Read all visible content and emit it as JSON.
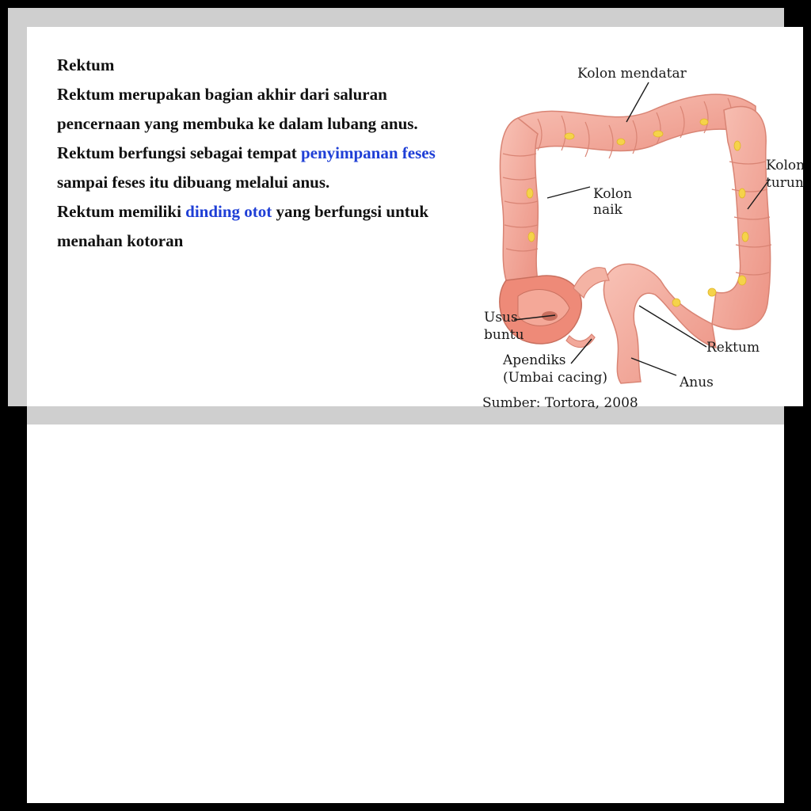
{
  "slide": {
    "heading": "Rektum",
    "para1_lead": "Rektum merupakan bagian akhir dari saluran pencernaan yang membuka ke dalam lubang anus. Rektum berfungsi sebagai tempat ",
    "para1_highlight": "penyimpanan feses",
    "para1_tail": " sampai feses itu dibuang melalui anus.",
    "para2_lead": "Rektum memiliki ",
    "para2_highlight": "dinding otot",
    "para2_tail": " yang berfungsi untuk menahan kotoran"
  },
  "figure": {
    "labels": {
      "kolon_mendatar": "Kolon mendatar",
      "kolon_turun_1": "Kolon",
      "kolon_turun_2": "turun",
      "kolon_naik_1": "Kolon",
      "kolon_naik_2": "naik",
      "usus_buntu_1": "Usus",
      "usus_buntu_2": "buntu",
      "apendiks_1": "Apendiks",
      "apendiks_2": "(Umbai cacing)",
      "rektum": "Rektum",
      "anus": "Anus"
    },
    "source": "Sumber: Tortora, 2008"
  },
  "colors": {
    "highlight": "#1f3fd6",
    "intestine": "#f2a89a",
    "fat": "#f5d34a",
    "frame": "#cfcfcf"
  }
}
